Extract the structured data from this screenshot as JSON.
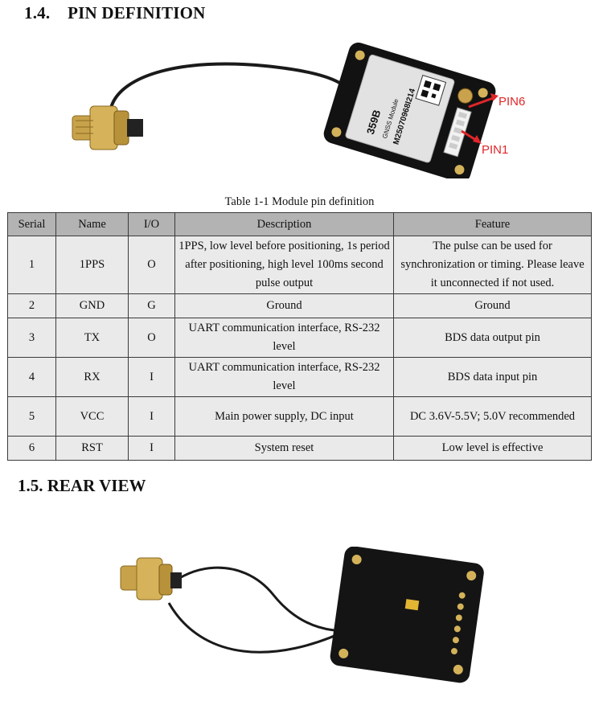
{
  "sections": {
    "pin_definition": {
      "number": "1.4.",
      "title": "PIN DEFINITION"
    },
    "rear_view": {
      "number": "1.5.",
      "title": "REAR VIEW"
    }
  },
  "module_photo": {
    "pin_label_top": "PIN6",
    "pin_label_bottom": "PIN1",
    "chip_label_model": "359B",
    "chip_label_type": "GNSS Module",
    "chip_label_serial": "M25070968l214",
    "callout_color": "#e0262a"
  },
  "table": {
    "caption": "Table 1-1 Module pin definition",
    "headers": [
      "Serial",
      "Name",
      "I/O",
      "Description",
      "Feature"
    ],
    "rows": [
      [
        "1",
        "1PPS",
        "O",
        "1PPS, low level before positioning, 1s period after positioning, high level 100ms second pulse output",
        "The pulse can be used for synchronization or timing. Please leave it unconnected if not used."
      ],
      [
        "2",
        "GND",
        "G",
        "Ground",
        "Ground"
      ],
      [
        "3",
        "TX",
        "O",
        "UART communication interface, RS-232 level",
        "BDS data output pin"
      ],
      [
        "4",
        "RX",
        "I",
        "UART communication interface, RS-232 level",
        "BDS data input pin"
      ],
      [
        "5",
        "VCC",
        "I",
        "Main power supply, DC input",
        "DC 3.6V-5.5V; 5.0V recommended"
      ],
      [
        "6",
        "RST",
        "I",
        "System reset",
        "Low level is effective"
      ]
    ]
  }
}
